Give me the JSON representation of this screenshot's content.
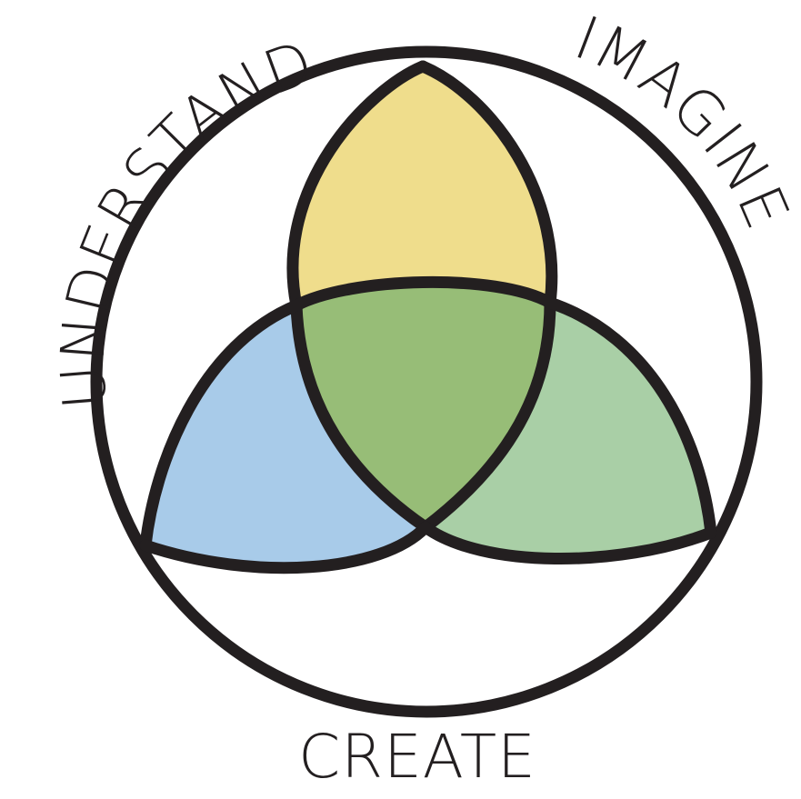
{
  "labels": {
    "understand": "UNDERSTAND",
    "imagine": "IMAGINE",
    "create": "CREATE"
  },
  "colors": {
    "stroke": "#231f20",
    "yellow_petal": "#efdd8c",
    "blue_petal": "#a8cbe9",
    "light_green_petal": "#a9cfa6",
    "center_green": "#97bd77",
    "background": "#ffffff"
  }
}
